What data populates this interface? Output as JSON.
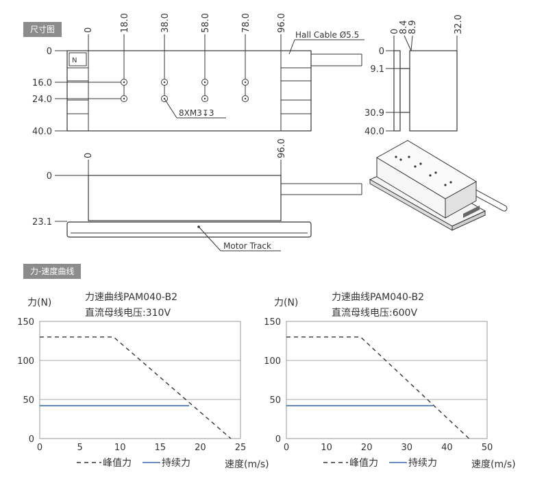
{
  "sections": {
    "dimension_tag": "尺寸图",
    "curve_tag": "力-速度曲线"
  },
  "drawing": {
    "top_x_labels": [
      "0",
      "18.0",
      "38.0",
      "58.0",
      "78.0",
      "96.0"
    ],
    "top_y_labels": [
      "0",
      "16.0",
      "24.0",
      "40.0"
    ],
    "n_mark": "N",
    "hall_cable": "Hall Cable Ø5.5",
    "hole_note": "8XM3↧3",
    "side_x_labels": [
      "0",
      "8.4",
      "8.9",
      "32.0"
    ],
    "side_y_labels": [
      "0",
      "9.1",
      "30.9",
      "40.0"
    ],
    "front_x_labels": [
      "0",
      "96.0"
    ],
    "front_y_labels": [
      "0",
      "23.1"
    ],
    "motor_track": "Motor Track"
  },
  "chart_data": [
    {
      "type": "line",
      "title": "力速曲线PAM040-B2",
      "subtitle": "直流母线电压:310V",
      "ylabel": "力(N)",
      "xlabel": "速度(m/s)",
      "xlim": [
        0,
        25
      ],
      "ylim": [
        0,
        150
      ],
      "xticks": [
        "0",
        "5",
        "10",
        "15",
        "20",
        "25"
      ],
      "yticks": [
        "0",
        "50",
        "100",
        "150"
      ],
      "grid": "horizontal",
      "legend_position": "bottom",
      "series": [
        {
          "name": "峰值力",
          "style": "dashed",
          "color": "#333333",
          "x": [
            0,
            9.2,
            23.8
          ],
          "y": [
            130,
            130,
            0
          ]
        },
        {
          "name": "持续力",
          "style": "solid",
          "color": "#3d6db3",
          "x": [
            0,
            18.6
          ],
          "y": [
            42,
            42
          ]
        }
      ]
    },
    {
      "type": "line",
      "title": "力速曲线PAM040-B2",
      "subtitle": "直流母线电压:600V",
      "ylabel": "力(N)",
      "xlabel": "速度(m/s)",
      "xlim": [
        0,
        50
      ],
      "ylim": [
        0,
        150
      ],
      "xticks": [
        "0",
        "10",
        "20",
        "30",
        "40",
        "50"
      ],
      "yticks": [
        "0",
        "50",
        "100",
        "150"
      ],
      "grid": "horizontal",
      "legend_position": "bottom",
      "series": [
        {
          "name": "峰值力",
          "style": "dashed",
          "color": "#333333",
          "x": [
            0,
            18.5,
            45.5
          ],
          "y": [
            130,
            130,
            0
          ]
        },
        {
          "name": "持续力",
          "style": "solid",
          "color": "#3d6db3",
          "x": [
            0,
            36.5
          ],
          "y": [
            42,
            42
          ]
        }
      ]
    }
  ]
}
